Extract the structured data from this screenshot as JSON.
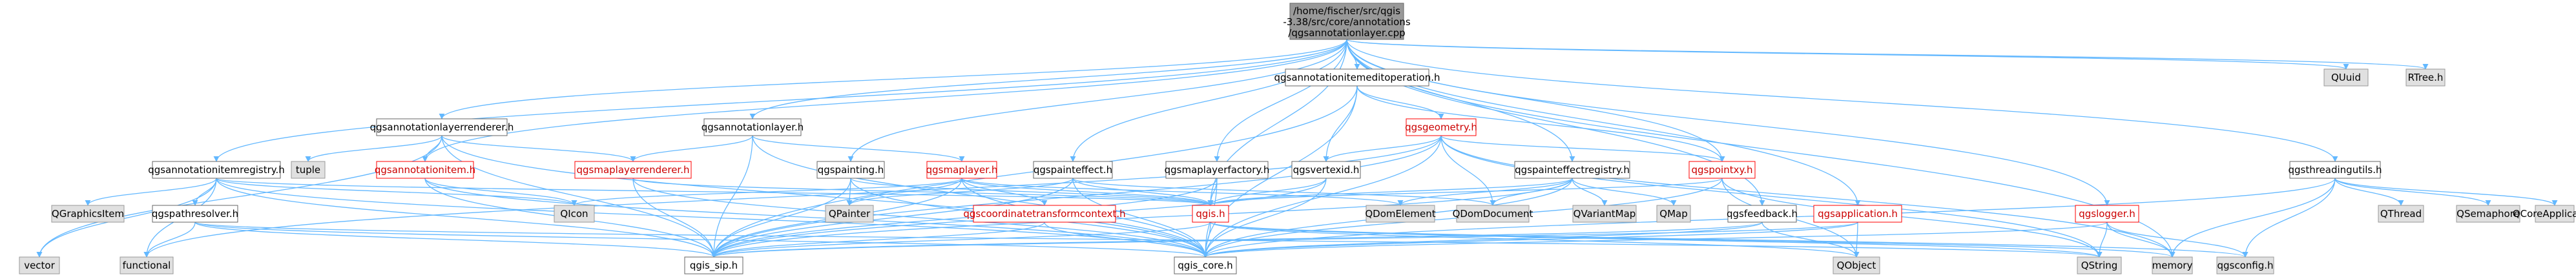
{
  "diagram": {
    "root": {
      "lines": [
        "/home/fischer/src/qgis",
        "-3.38/src/core/annotations",
        "/qgsannotationlayer.cpp"
      ]
    },
    "nodes": [
      {
        "id": "root",
        "label": "/home/fischer/src/qgis -3.38/src/core/annotations /qgsannotationlayer.cpp",
        "style": "root"
      },
      {
        "id": "editop",
        "label": "qgsannotationitemeditoperation.h",
        "style": "normal"
      },
      {
        "id": "quuid",
        "label": "QUuid",
        "style": "gray"
      },
      {
        "id": "rtree",
        "label": "RTree.h",
        "style": "gray"
      },
      {
        "id": "renderer",
        "label": "qgsannotationlayerrenderer.h",
        "style": "normal"
      },
      {
        "id": "annlayer",
        "label": "qgsannotationlayer.h",
        "style": "normal"
      },
      {
        "id": "geometry",
        "label": "qgsgeometry.h",
        "style": "red"
      },
      {
        "id": "tuple",
        "label": "tuple",
        "style": "gray"
      },
      {
        "id": "annitem",
        "label": "qgsannotationitem.h",
        "style": "red"
      },
      {
        "id": "maplayerrenderer",
        "label": "qgsmaplayerrenderer.h",
        "style": "red"
      },
      {
        "id": "registry",
        "label": "qgsannotationitemregistry.h",
        "style": "normal"
      },
      {
        "id": "painting",
        "label": "qgspainting.h",
        "style": "normal"
      },
      {
        "id": "maplayer",
        "label": "qgsmaplayer.h",
        "style": "red"
      },
      {
        "id": "painteffect",
        "label": "qgspainteffect.h",
        "style": "normal"
      },
      {
        "id": "layerfactory",
        "label": "qgsmaplayerfactory.h",
        "style": "normal"
      },
      {
        "id": "vertexid",
        "label": "qgsvertexid.h",
        "style": "normal"
      },
      {
        "id": "effectregistry",
        "label": "qgspainteffectregistry.h",
        "style": "normal"
      },
      {
        "id": "pointxy",
        "label": "qgspointxy.h",
        "style": "red"
      },
      {
        "id": "threadingutils",
        "label": "qgsthreadingutils.h",
        "style": "normal"
      },
      {
        "id": "qgraphicsitem",
        "label": "QGraphicsItem",
        "style": "gray"
      },
      {
        "id": "pathresolver",
        "label": "qgspathresolver.h",
        "style": "normal"
      },
      {
        "id": "qicon",
        "label": "QIcon",
        "style": "gray"
      },
      {
        "id": "qpainter",
        "label": "QPainter",
        "style": "gray"
      },
      {
        "id": "coordctx",
        "label": "qgscoordinatetransformcontext.h",
        "style": "red"
      },
      {
        "id": "qgsh",
        "label": "qgis.h",
        "style": "red"
      },
      {
        "id": "qdomelement",
        "label": "QDomElement",
        "style": "gray"
      },
      {
        "id": "qdomdocument",
        "label": "QDomDocument",
        "style": "gray"
      },
      {
        "id": "qvariantmap",
        "label": "QVariantMap",
        "style": "gray"
      },
      {
        "id": "qmap",
        "label": "QMap",
        "style": "gray"
      },
      {
        "id": "feedback",
        "label": "qgsfeedback.h",
        "style": "normal"
      },
      {
        "id": "application",
        "label": "qgsapplication.h",
        "style": "red"
      },
      {
        "id": "logger",
        "label": "qgslogger.h",
        "style": "red"
      },
      {
        "id": "qthread",
        "label": "QThread",
        "style": "gray"
      },
      {
        "id": "qsemaphore",
        "label": "QSemaphore",
        "style": "gray"
      },
      {
        "id": "qcoreapp",
        "label": "QCoreApplication",
        "style": "gray"
      },
      {
        "id": "vector",
        "label": "vector",
        "style": "gray"
      },
      {
        "id": "functional",
        "label": "functional",
        "style": "gray"
      },
      {
        "id": "qgssip",
        "label": "qgis_sip.h",
        "style": "normal"
      },
      {
        "id": "qgscore",
        "label": "qgis_core.h",
        "style": "normal"
      },
      {
        "id": "qobject",
        "label": "QObject",
        "style": "gray"
      },
      {
        "id": "qstring",
        "label": "QString",
        "style": "gray"
      },
      {
        "id": "memory",
        "label": "memory",
        "style": "gray"
      },
      {
        "id": "qgsconfig",
        "label": "qgsconfig.h",
        "style": "gray"
      }
    ],
    "edges": [
      [
        "root",
        "editop"
      ],
      [
        "root",
        "quuid"
      ],
      [
        "root",
        "rtree"
      ],
      [
        "root",
        "renderer"
      ],
      [
        "root",
        "annlayer"
      ],
      [
        "root",
        "annitem"
      ],
      [
        "root",
        "registry"
      ],
      [
        "root",
        "painting"
      ],
      [
        "root",
        "painteffect"
      ],
      [
        "root",
        "layerfactory"
      ],
      [
        "root",
        "effectregistry"
      ],
      [
        "root",
        "feedback"
      ],
      [
        "root",
        "logger"
      ],
      [
        "root",
        "threadingutils"
      ],
      [
        "root",
        "pointxy"
      ],
      [
        "root",
        "qgsh"
      ],
      [
        "root",
        "memory"
      ],
      [
        "root",
        "application"
      ],
      [
        "editop",
        "geometry"
      ],
      [
        "editop",
        "vertexid"
      ],
      [
        "editop",
        "qgssip"
      ],
      [
        "editop",
        "qgscore"
      ],
      [
        "editop",
        "pointxy"
      ],
      [
        "renderer",
        "annitem"
      ],
      [
        "renderer",
        "maplayerrenderer"
      ],
      [
        "renderer",
        "tuple"
      ],
      [
        "renderer",
        "vector"
      ],
      [
        "renderer",
        "qgscore"
      ],
      [
        "renderer",
        "qgssip"
      ],
      [
        "annlayer",
        "maplayer"
      ],
      [
        "annlayer",
        "qgscore"
      ],
      [
        "annlayer",
        "qgssip"
      ],
      [
        "annlayer",
        "maplayerrenderer"
      ],
      [
        "geometry",
        "pointxy"
      ],
      [
        "geometry",
        "vertexid"
      ],
      [
        "geometry",
        "qgscore"
      ],
      [
        "geometry",
        "qgssip"
      ],
      [
        "geometry",
        "qdomdocument"
      ],
      [
        "geometry",
        "memory"
      ],
      [
        "geometry",
        "functional"
      ],
      [
        "geometry",
        "qstring"
      ],
      [
        "annitem",
        "qgssip"
      ],
      [
        "annitem",
        "qgscore"
      ],
      [
        "annitem",
        "qicon"
      ],
      [
        "maplayerrenderer",
        "qgscore"
      ],
      [
        "maplayerrenderer",
        "qgssip"
      ],
      [
        "maplayerrenderer",
        "qgsh"
      ],
      [
        "registry",
        "qgraphicsitem"
      ],
      [
        "registry",
        "pathresolver"
      ],
      [
        "registry",
        "qicon"
      ],
      [
        "registry",
        "qgscore"
      ],
      [
        "registry",
        "qgssip"
      ],
      [
        "registry",
        "functional"
      ],
      [
        "registry",
        "vector"
      ],
      [
        "registry",
        "qgsh"
      ],
      [
        "pathresolver",
        "functional"
      ],
      [
        "pathresolver",
        "qgscore"
      ],
      [
        "pathresolver",
        "qgssip"
      ],
      [
        "pathresolver",
        "qstring"
      ],
      [
        "painting",
        "qpainter"
      ],
      [
        "painting",
        "qgsh"
      ],
      [
        "painting",
        "qgscore"
      ],
      [
        "painting",
        "qgssip"
      ],
      [
        "maplayer",
        "qgsh"
      ],
      [
        "maplayer",
        "qdomelement"
      ],
      [
        "maplayer",
        "qpainter"
      ],
      [
        "maplayer",
        "qicon"
      ],
      [
        "maplayer",
        "qgscore"
      ],
      [
        "maplayer",
        "qgssip"
      ],
      [
        "maplayer",
        "coordctx"
      ],
      [
        "painteffect",
        "qpainter"
      ],
      [
        "painteffect",
        "qdomdocument"
      ],
      [
        "painteffect",
        "qgsh"
      ],
      [
        "painteffect",
        "qgscore"
      ],
      [
        "painteffect",
        "qgssip"
      ],
      [
        "layerfactory",
        "qgsh"
      ],
      [
        "layerfactory",
        "qgscore"
      ],
      [
        "layerfactory",
        "qgssip"
      ],
      [
        "vertexid",
        "qgsh"
      ],
      [
        "vertexid",
        "qgscore"
      ],
      [
        "vertexid",
        "qgssip"
      ],
      [
        "effectregistry",
        "qdomelement"
      ],
      [
        "effectregistry",
        "qdomdocument"
      ],
      [
        "effectregistry",
        "qvariantmap"
      ],
      [
        "effectregistry",
        "qmap"
      ],
      [
        "effectregistry",
        "qgsh"
      ],
      [
        "effectregistry",
        "qgscore"
      ],
      [
        "effectregistry",
        "qgssip"
      ],
      [
        "pointxy",
        "qgsh"
      ],
      [
        "pointxy",
        "qgscore"
      ],
      [
        "pointxy",
        "qstring"
      ],
      [
        "pointxy",
        "qobject"
      ],
      [
        "coordctx",
        "qgscore"
      ],
      [
        "coordctx",
        "qgssip"
      ],
      [
        "qgsh",
        "qgscore"
      ],
      [
        "qgsh",
        "qgssip"
      ],
      [
        "qgsh",
        "qstring"
      ],
      [
        "qgsh",
        "qobject"
      ],
      [
        "qgsh",
        "memory"
      ],
      [
        "qgsh",
        "qgsconfig"
      ],
      [
        "feedback",
        "qgscore"
      ],
      [
        "feedback",
        "qobject"
      ],
      [
        "feedback",
        "qgssip"
      ],
      [
        "application",
        "qgscore"
      ],
      [
        "application",
        "qobject"
      ],
      [
        "application",
        "qgssip"
      ],
      [
        "logger",
        "qgscore"
      ],
      [
        "logger",
        "qstring"
      ],
      [
        "logger",
        "memory"
      ],
      [
        "logger",
        "qgsconfig"
      ],
      [
        "threadingutils",
        "qthread"
      ],
      [
        "threadingutils",
        "qsemaphore"
      ],
      [
        "threadingutils",
        "qcoreapp"
      ],
      [
        "threadingutils",
        "memory"
      ],
      [
        "threadingutils",
        "qgsconfig"
      ],
      [
        "threadingutils",
        "qgscore"
      ]
    ]
  },
  "colors": {
    "root_fill": "#999999",
    "node_fill": "#ffffff",
    "gray_fill": "#e0e0e0",
    "node_border": "#666666",
    "gray_border": "#999999",
    "red_border": "#ff0000",
    "red_text": "#cc0000",
    "edge": "#63b8ff"
  }
}
